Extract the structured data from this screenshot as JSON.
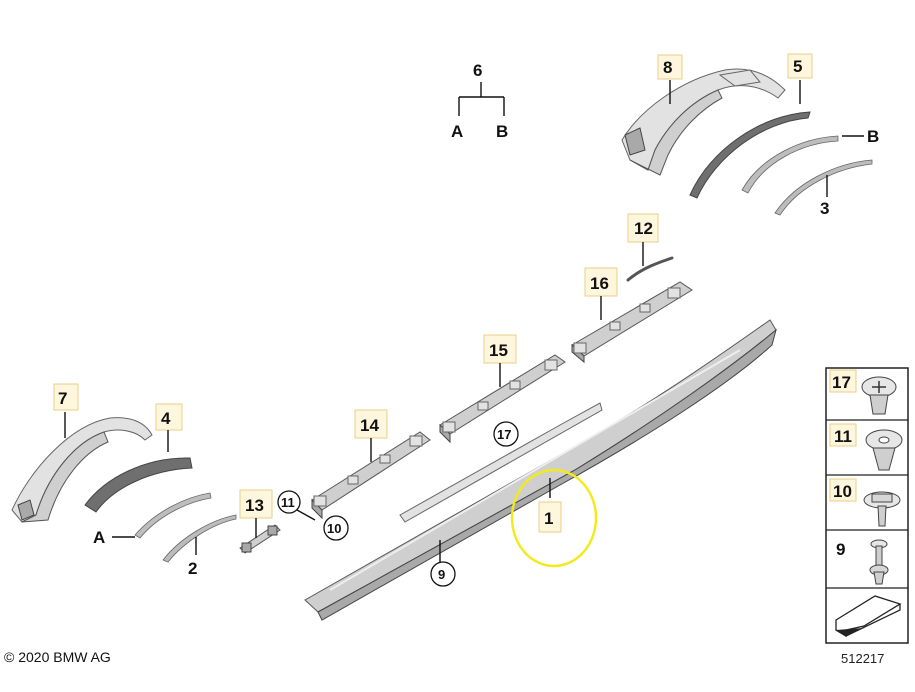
{
  "labels": {
    "p1": "1",
    "p2": "2",
    "p3": "3",
    "p4": "4",
    "p5": "5",
    "p6": "6",
    "p7": "7",
    "p8": "8",
    "p9": "9",
    "p10": "10",
    "p11": "11",
    "p12": "12",
    "p13": "13",
    "p14": "14",
    "p15": "15",
    "p16": "16",
    "p17": "17",
    "a": "A",
    "b": "B"
  },
  "legend": {
    "l17": "17",
    "l11": "11",
    "l10": "10",
    "l9": "9"
  },
  "footer": {
    "copyright": "© 2020 BMW AG",
    "diagram_id": "512217"
  },
  "colors": {
    "highlight_ring": "#f2ea1a",
    "tag_fill": "#fff6de",
    "tag_border": "#e8cf88"
  }
}
